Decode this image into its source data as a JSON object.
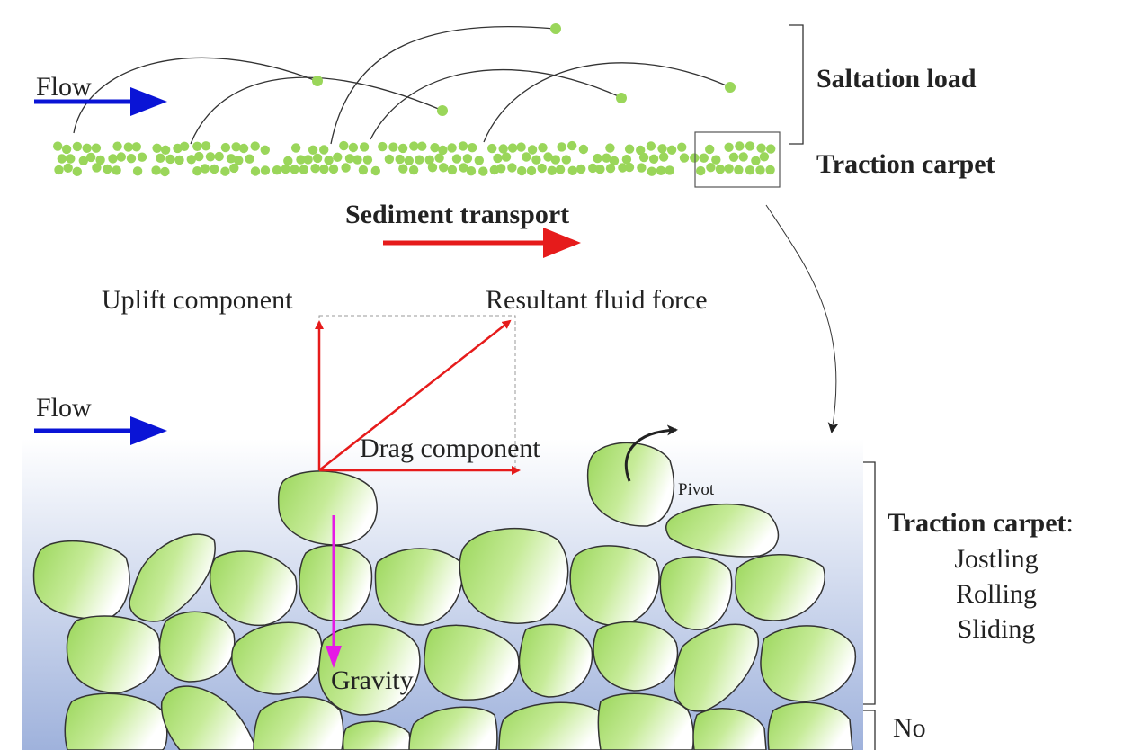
{
  "top_panel": {
    "flow_label": "Flow",
    "saltation_label": "Saltation load",
    "traction_label": "Traction carpet",
    "transport_label": "Sediment transport"
  },
  "force_panel": {
    "uplift_label": "Uplift component",
    "resultant_label": "Resultant fluid force",
    "flow_label": "Flow",
    "drag_label": "Drag component",
    "pivot_label": "Pivot",
    "gravity_label": "Gravity"
  },
  "bed_panel": {
    "traction_title": "Traction carpet",
    "traction_colon": ":",
    "modes": [
      "Jostling",
      "Rolling",
      "Sliding"
    ],
    "no_label": "No"
  },
  "colors": {
    "flow_arrow": "#0a14d6",
    "force_arrow": "#e61b1b",
    "gravity_arrow": "#e619e6",
    "grain_fill": "#9ad65a",
    "water_bottom": "#9fb2dc"
  }
}
